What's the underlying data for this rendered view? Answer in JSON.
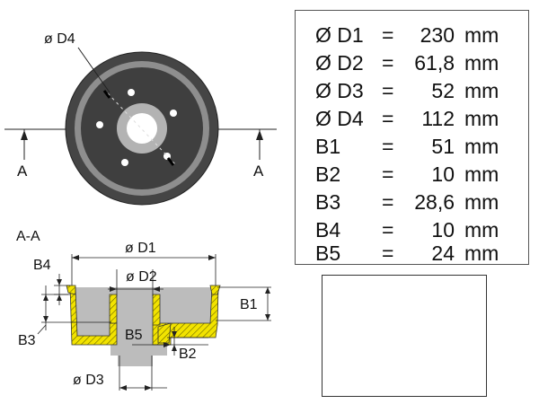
{
  "front_view": {
    "d4_label": "ø D4",
    "section_label_left": "A",
    "section_label_right": "A"
  },
  "section_view": {
    "title": "A-A",
    "d1_label": "ø D1",
    "d2_label": "ø D2",
    "d3_label": "ø D3",
    "b1_label": "B1",
    "b2_label": "B2",
    "b3_label": "B3",
    "b4_label": "B4",
    "b5_label": "B5"
  },
  "specs": [
    {
      "label": "Ø D1",
      "eq": "=",
      "value": "230",
      "unit": "mm"
    },
    {
      "label": "Ø D2",
      "eq": "=",
      "value": "61,8",
      "unit": "mm"
    },
    {
      "label": "Ø D3",
      "eq": "=",
      "value": "52",
      "unit": "mm"
    },
    {
      "label": "Ø D4",
      "eq": "=",
      "value": "112",
      "unit": "mm"
    },
    {
      "label": "B1",
      "eq": "=",
      "value": "51",
      "unit": "mm"
    },
    {
      "label": "B2",
      "eq": "=",
      "value": "10",
      "unit": "mm"
    },
    {
      "label": "B3",
      "eq": "=",
      "value": "28,6",
      "unit": "mm"
    },
    {
      "label": "B4",
      "eq": "=",
      "value": "10",
      "unit": "mm"
    },
    {
      "label": "B5",
      "eq": "=",
      "value": "24",
      "unit": "mm"
    }
  ],
  "colors": {
    "drum_dark": "#454545",
    "drum_ring": "#8e8e8e",
    "section_fill": "#f2e300",
    "section_gray": "#bcbcbc",
    "photo_drum": "#222222"
  }
}
